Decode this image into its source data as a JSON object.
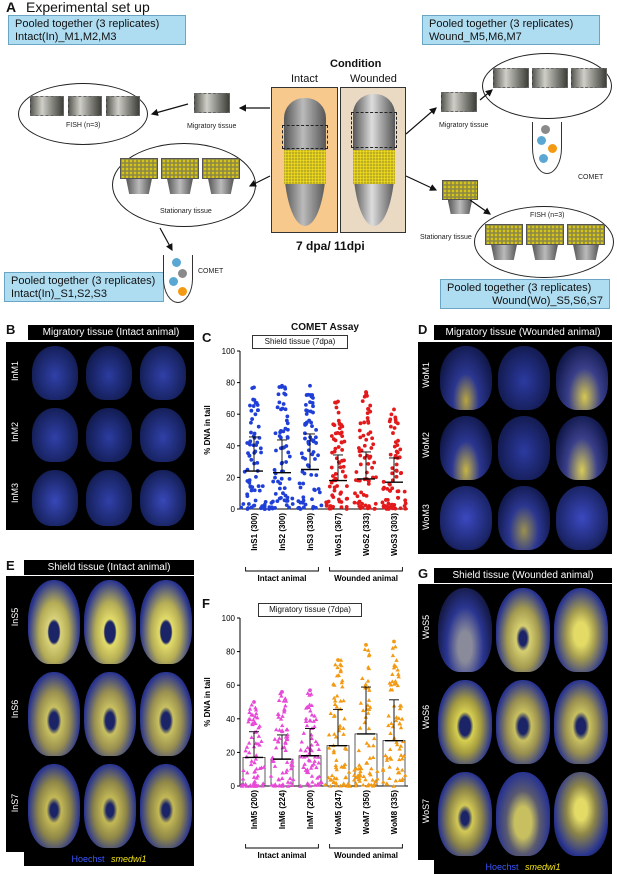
{
  "panel_a": {
    "label": "A",
    "title": "Experimental set up",
    "box_tl": [
      "Pooled together (3 replicates)",
      "Intact(In)_M1,M2,M3"
    ],
    "box_tr": [
      "Pooled together (3 replicates)",
      "Wound_M5,M6,M7"
    ],
    "box_bl": [
      "Pooled together (3 replicates)",
      "Intact(In)_S1,S2,S3"
    ],
    "box_br": [
      "Pooled together (3 replicates)",
      "Wound(Wo)_S5,S6,S7"
    ],
    "condition": "Condition",
    "intact": "Intact",
    "wounded": "Wounded",
    "timepoint": "7 dpa/ 11dpi",
    "fish_left": "FISH (n=3)",
    "fish_right": "FISH (n=3)",
    "migratory_left": "Migratory tissue",
    "migratory_right": "Migratory tissue",
    "stationary_left": "Stationary tissue",
    "stationary_right": "Stationary tissue",
    "comet_left": "COMET",
    "comet_right": "COMET"
  },
  "panel_b": {
    "label": "B",
    "header": "Migratory tissue (Intact animal)",
    "rows": [
      "InM1",
      "InM2",
      "InM3"
    ]
  },
  "panel_d": {
    "label": "D",
    "header": "Migratory tissue (Wounded animal)",
    "rows": [
      "WoM1",
      "WoM2",
      "WoM3"
    ]
  },
  "panel_e": {
    "label": "E",
    "header": "Shield tissue (Intact animal)",
    "rows": [
      "InS5",
      "InS6",
      "InS7"
    ],
    "legend_hoechst": "Hoechst",
    "legend_smedwi": "smedwi1"
  },
  "panel_g": {
    "label": "G",
    "header": "Shield tissue (Wounded animal)",
    "rows": [
      "WoS5",
      "WoS6",
      "WoS7"
    ],
    "legend_hoechst": "Hoechst",
    "legend_smedwi": "smedwi1"
  },
  "panel_c": {
    "label": "C",
    "group_intact": "Intact animal",
    "group_wounded": "Wounded animal"
  },
  "panel_f": {
    "label": "F",
    "group_intact": "Intact animal",
    "group_wounded": "Wounded animal"
  },
  "colors": {
    "intact_c": "#1f3fd6",
    "wounded_c": "#e31a1c",
    "intact_f": "#e84ad8",
    "wounded_f": "#f39a12",
    "box_blue": "#aedcf0"
  },
  "chart_data": [
    {
      "type": "scatter",
      "title": "COMET Assay",
      "subtitle": "Shield tissue  (7dpa)",
      "ylabel": "% DNA in tail",
      "ylim": [
        0,
        100
      ],
      "yticks": [
        0,
        20,
        40,
        60,
        80,
        100
      ],
      "categories": [
        "InS1 (300)",
        "InS2 (300)",
        "InS3 (330)",
        "WoS1 (367)",
        "WoS2 (333)",
        "WoS3 (303)"
      ],
      "series": [
        {
          "values_mean": [
            24,
            23,
            25,
            18,
            19,
            17
          ],
          "values_max": [
            77,
            78,
            78,
            68,
            74,
            63
          ],
          "color_group": [
            0,
            0,
            0,
            1,
            1,
            1
          ]
        }
      ],
      "n": [
        300,
        300,
        330,
        367,
        333,
        303
      ]
    },
    {
      "type": "bar",
      "title": "",
      "subtitle": "Migratory tissue  (7dpa)",
      "ylabel": "% DNA in tail",
      "ylim": [
        0,
        100
      ],
      "yticks": [
        0,
        20,
        40,
        60,
        80,
        100
      ],
      "categories": [
        "InM5 (200)",
        "InM6 (224)",
        "InM7 (200)",
        "WoM5 (247)",
        "WoM7 (350)",
        "WoM8 (335)"
      ],
      "series": [
        {
          "values_mean": [
            17,
            16,
            18,
            24,
            31,
            27
          ],
          "values_max": [
            50,
            56,
            57,
            75,
            84,
            86
          ],
          "color_group": [
            0,
            0,
            0,
            1,
            1,
            1
          ]
        }
      ],
      "n": [
        200,
        224,
        200,
        247,
        350,
        335
      ]
    }
  ]
}
